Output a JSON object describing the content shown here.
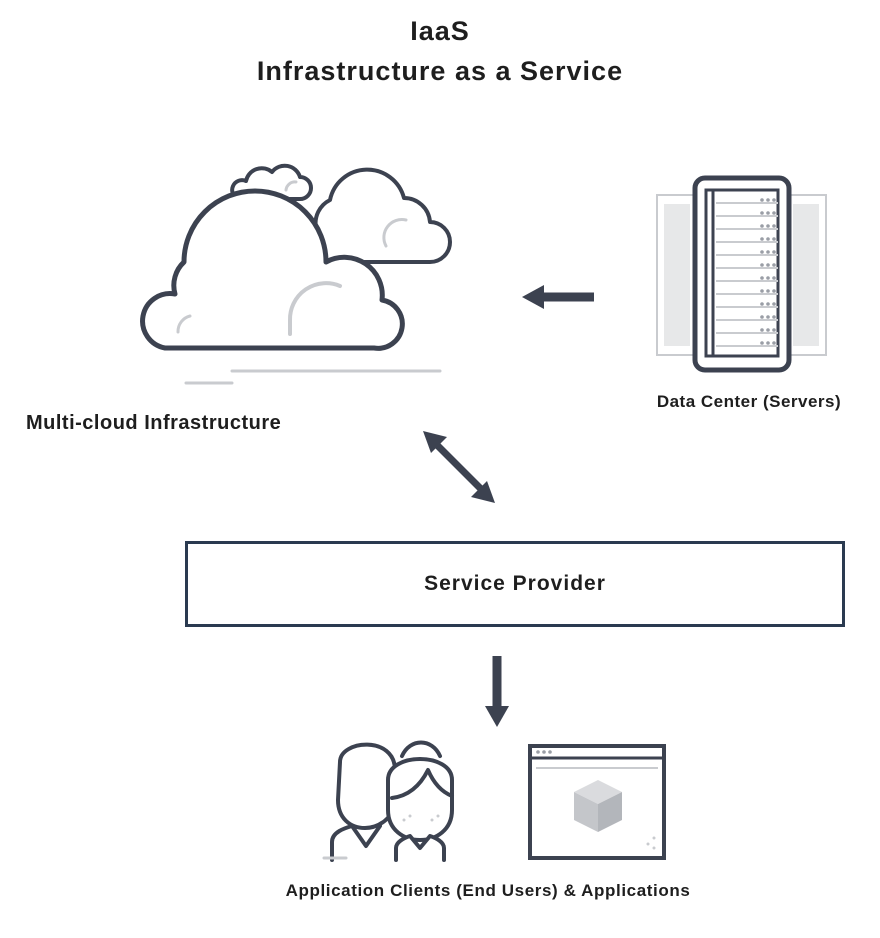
{
  "title": {
    "line1": "IaaS",
    "line2": "Infrastructure as a Service"
  },
  "nodes": {
    "cloud": {
      "label": "Multi-cloud Infrastructure",
      "icon": "multi-cloud-icon"
    },
    "data_center": {
      "label": "Data Center (Servers)",
      "icon": "server-rack-icon"
    },
    "service_provider": {
      "label": "Service Provider"
    },
    "clients": {
      "label": "Application Clients (End Users) & Applications",
      "icons": [
        "users-icon",
        "application-window-icon"
      ]
    }
  },
  "edges": [
    {
      "from": "data_center",
      "to": "cloud",
      "type": "one-way"
    },
    {
      "from": "cloud",
      "to": "service_provider",
      "type": "two-way"
    },
    {
      "from": "service_provider",
      "to": "clients",
      "type": "one-way"
    }
  ],
  "colors": {
    "stroke": "#3c4250",
    "light_stroke": "#c9cbcf",
    "box_border": "#2a3a50",
    "text": "#1e1e1e"
  }
}
